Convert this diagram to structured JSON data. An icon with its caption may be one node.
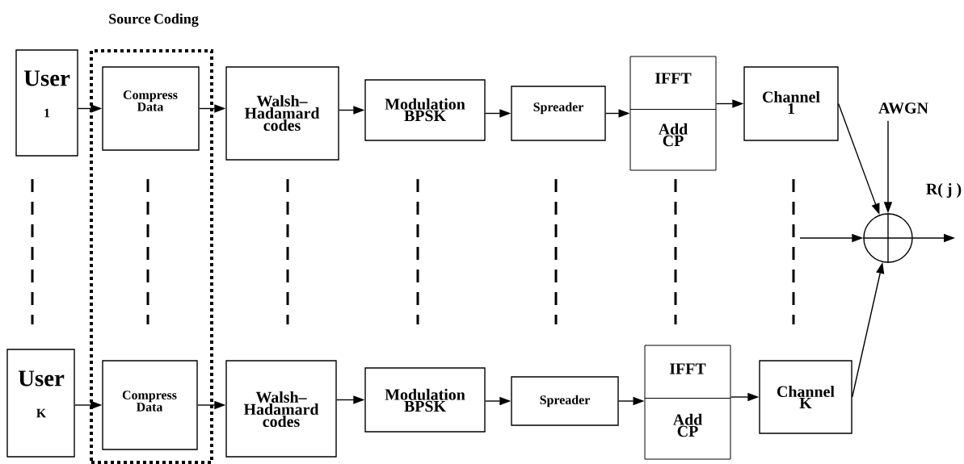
{
  "diagram": {
    "nodes": [
      {
        "text": [
          "Source Coding"
        ]
      },
      {
        "text": [
          "User",
          "1"
        ]
      },
      {
        "text": [
          "Compress Data"
        ],
        "in": 0
      },
      {
        "text": [
          "Walsh– Hadamard codes"
        ]
      },
      {
        "text": [
          "Modulation BPSK"
        ]
      },
      {
        "text": [
          "Spreader"
        ]
      },
      {
        "text": [
          "IFFT",
          "Add CP"
        ]
      },
      {
        "text": [
          "Channel 1"
        ]
      },
      {
        "text": [
          "User",
          "K"
        ]
      },
      {
        "text": [
          "Compress Data"
        ],
        "in": 0
      },
      {
        "text": [
          "Walsh– Hadamard codes"
        ]
      },
      {
        "text": [
          "Modulation BPSK"
        ]
      },
      {
        "text": [
          "Spreader"
        ]
      },
      {
        "text": [
          "IFFT",
          "Add CP"
        ]
      },
      {
        "text": [
          "Channel K"
        ]
      },
      {
        "text": [
          "AWGN"
        ]
      },
      {
        "text": [],
        "shape": "circle"
      }
    ],
    "edges": [
      {
        "from": 1,
        "to": 2,
        "arrow": "to"
      },
      {
        "from": 2,
        "to": 3,
        "arrow": "to"
      },
      {
        "from": 3,
        "to": 4,
        "arrow": "to"
      },
      {
        "from": 4,
        "to": 5,
        "arrow": "to"
      },
      {
        "from": 5,
        "to": 6,
        "arrow": "to"
      },
      {
        "from": 6,
        "to": 7,
        "arrow": "to"
      },
      {
        "from": 7,
        "to": 16,
        "arrow": "to"
      },
      {
        "from": 8,
        "to": 9,
        "arrow": "to"
      },
      {
        "from": 9,
        "to": 10,
        "arrow": "to"
      },
      {
        "from": 10,
        "to": 11,
        "arrow": "to"
      },
      {
        "from": 11,
        "to": 12,
        "arrow": "to"
      },
      {
        "from": 12,
        "to": 13,
        "arrow": "to"
      },
      {
        "from": 13,
        "to": 14,
        "arrow": "to"
      },
      {
        "from": 14,
        "to": 16,
        "arrow": "to"
      },
      {
        "from": 15,
        "to": 16,
        "arrow": "to"
      },
      {
        "from": null,
        "to": 16,
        "arrow": "to"
      },
      {
        "from": 16,
        "to": null,
        "arrow": "to"
      }
    ],
    "labels": [
      "R( j )"
    ]
  }
}
